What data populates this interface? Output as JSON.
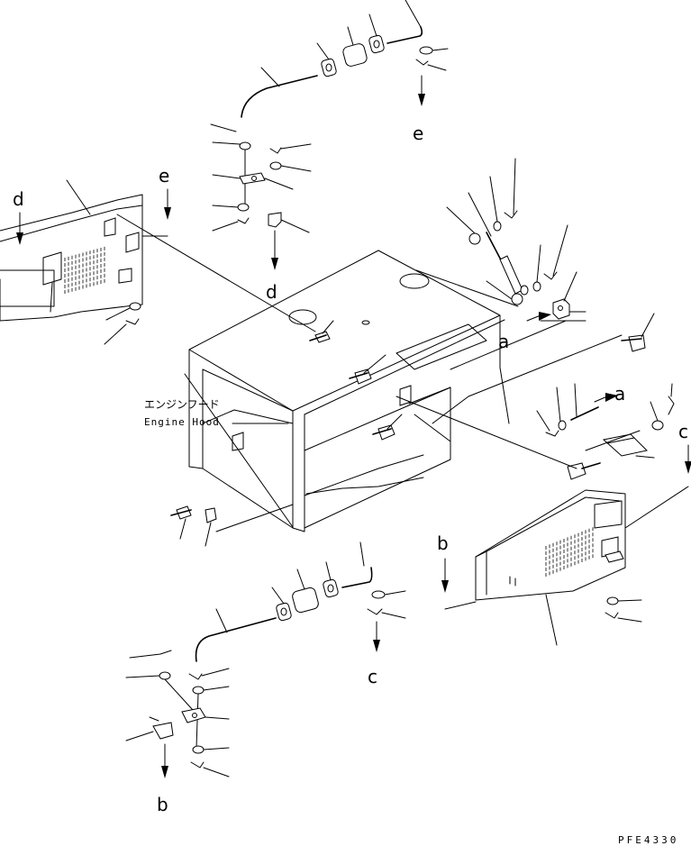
{
  "part_name_jp": "エンジンフード",
  "part_name_en": "Engine Hood",
  "drawing_code": "PFE4330",
  "reference_letters": {
    "e_top": "e",
    "e_left": "e",
    "d_top": "d",
    "d_left": "d",
    "a_upper": "a",
    "a_lower": "a",
    "c_right": "c",
    "c_bottom": "c",
    "b_bottom": "b",
    "b_mid": "b"
  },
  "colors": {
    "line": "#000000",
    "background": "#ffffff"
  }
}
